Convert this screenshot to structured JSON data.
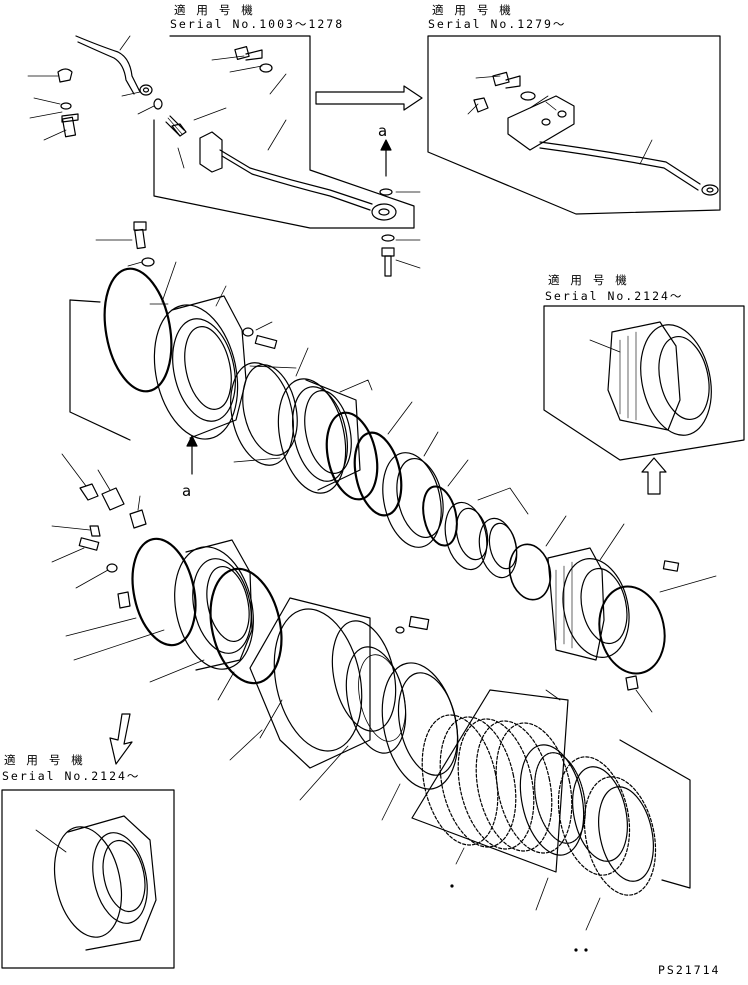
{
  "note_top_left": {
    "heading": "適 用 号 機",
    "serial": "Serial No.1003～1278"
  },
  "note_top_right": {
    "heading": "適 用 号 機",
    "serial": "Serial No.1279～"
  },
  "note_mid_right": {
    "heading": "適 用 号 機",
    "serial": "Serial No.2124～"
  },
  "note_bottom_left": {
    "heading": "適 用 号 機",
    "serial": "Serial No.2124～"
  },
  "view_marker_top": "a",
  "view_marker_mid": "a",
  "drawing_number": "PS21714"
}
